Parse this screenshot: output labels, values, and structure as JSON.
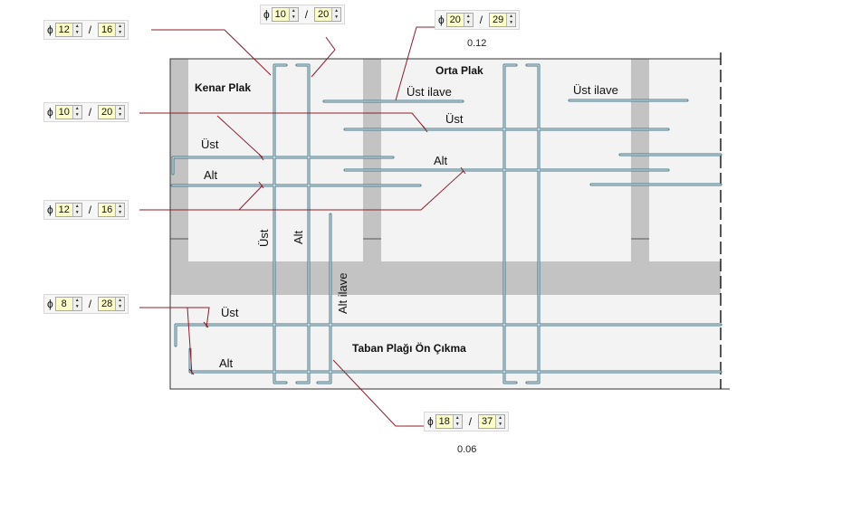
{
  "labels": {
    "kenar_plak": "Kenar Plak",
    "orta_plak": "Orta Plak",
    "taban_plagi": "Taban Plağı Ön Çıkma",
    "ust_ilave_1": "Üst ilave",
    "ust_ilave_2": "Üst ilave",
    "ust_orta": "Üst",
    "alt_orta": "Alt",
    "ust_kenar": "Üst",
    "alt_kenar": "Alt",
    "ust_vertical": "Üst",
    "alt_vertical": "Alt",
    "alt_ilave_vertical": "Alt ilave",
    "ust_taban": "Üst",
    "alt_taban": "Alt"
  },
  "controls": [
    {
      "name": "rebar-control-1",
      "phi": "ϕ",
      "diameter": "12",
      "sep": "/",
      "spacing": "16"
    },
    {
      "name": "rebar-control-2",
      "phi": "ϕ",
      "diameter": "10",
      "sep": "/",
      "spacing": "20"
    },
    {
      "name": "rebar-control-3",
      "phi": "ϕ",
      "diameter": "20",
      "sep": "/",
      "spacing": "29"
    },
    {
      "name": "rebar-control-4",
      "phi": "ϕ",
      "diameter": "10",
      "sep": "/",
      "spacing": "20"
    },
    {
      "name": "rebar-control-5",
      "phi": "ϕ",
      "diameter": "12",
      "sep": "/",
      "spacing": "16"
    },
    {
      "name": "rebar-control-6",
      "phi": "ϕ",
      "diameter": "8",
      "sep": "/",
      "spacing": "28"
    },
    {
      "name": "rebar-control-7",
      "phi": "ϕ",
      "diameter": "18",
      "sep": "/",
      "spacing": "37"
    }
  ],
  "notes": {
    "top_value": "0.12",
    "bottom_value": "0.06"
  },
  "colors": {
    "slab_fill": "#f3f3f3",
    "beam_fill": "#c3c3c3",
    "rebar_stroke": "#4a7585",
    "rebar_core": "#e6f4f8",
    "leader_line": "#8b1f2a"
  }
}
